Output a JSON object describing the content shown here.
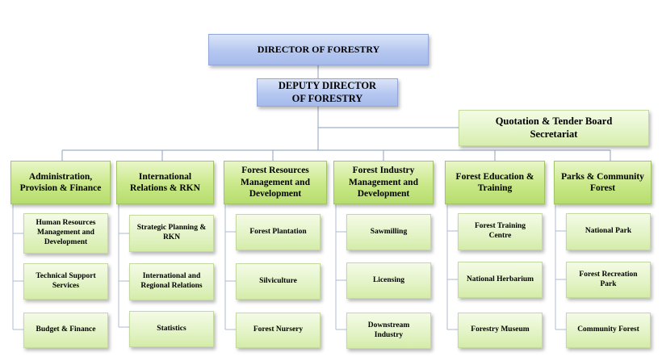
{
  "director": "DIRECTOR OF FORESTRY",
  "deputy": "DEPUTY DIRECTOR\nOF FORESTRY",
  "quotation": "Quotation & Tender Board\nSecretariat",
  "divisions": [
    {
      "title": "Administration,\nProvision & Finance",
      "units": [
        "Human Resources\nManagement and\nDevelopment",
        "Technical Support\nServices",
        "Budget & Finance"
      ]
    },
    {
      "title": "International\nRelations & RKN",
      "units": [
        "Strategic Planning &\nRKN",
        "International and\nRegional Relations",
        "Statistics"
      ]
    },
    {
      "title": "Forest Resources\nManagement and\nDevelopment",
      "units": [
        "Forest Plantation",
        "Silviculture",
        "Forest Nursery"
      ]
    },
    {
      "title": "Forest Industry\nManagement and\nDevelopment",
      "units": [
        "Sawmilling",
        "Licensing",
        "Downstream\nIndustry"
      ]
    },
    {
      "title": "Forest Education &\nTraining",
      "units": [
        "Forest Training\nCentre",
        "National Herbarium",
        "Forestry Museum"
      ]
    },
    {
      "title": "Parks & Community\nForest",
      "units": [
        "National Park",
        "Forest Recreation\nPark",
        "Community Forest"
      ]
    }
  ]
}
